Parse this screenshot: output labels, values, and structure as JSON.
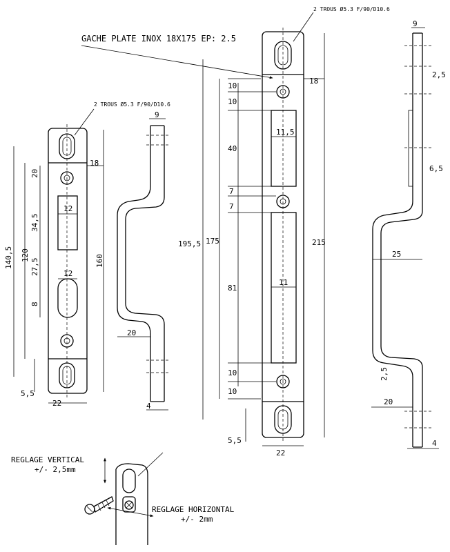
{
  "title": "GACHE PLATE INOX 18X175 EP: 2.5",
  "holes_note_large": "2 TROUS Ø5.3 F/90/D10.6",
  "holes_note_small": "2 TROUS Ø5.3 F/90/D10.6",
  "small_plate": {
    "width": "22",
    "width_inner": "18",
    "total": "160",
    "span": "140,5",
    "inner": "120",
    "d20": "20",
    "d345": "34,5",
    "d275": "27,5",
    "d8": "8",
    "d12a": "12",
    "d12b": "12",
    "d55": "5,5"
  },
  "small_profile": {
    "thickness_top": "9",
    "depth": "20",
    "thickness_bottom": "4"
  },
  "large_plate": {
    "width": "22",
    "width_inner": "18",
    "total": "215",
    "span": "195,5",
    "inner": "175",
    "d10a": "10",
    "d10b": "10",
    "d40": "40",
    "d115": "11,5",
    "d7a": "7",
    "d7b": "7",
    "d81": "81",
    "d11": "11",
    "d10c": "10",
    "d10d": "10",
    "d55": "5,5"
  },
  "large_profile": {
    "top": "9",
    "d25a": "2,5",
    "d65": "6,5",
    "d25": "25",
    "d25b": "2,5",
    "d20": "20",
    "d4": "4"
  },
  "adjust_vertical": "REGLAGE VERTICAL",
  "adjust_vertical_value": "+/- 2,5mm",
  "adjust_horizontal": "REGLAGE HORIZONTAL",
  "adjust_horizontal_value": "+/- 2mm"
}
